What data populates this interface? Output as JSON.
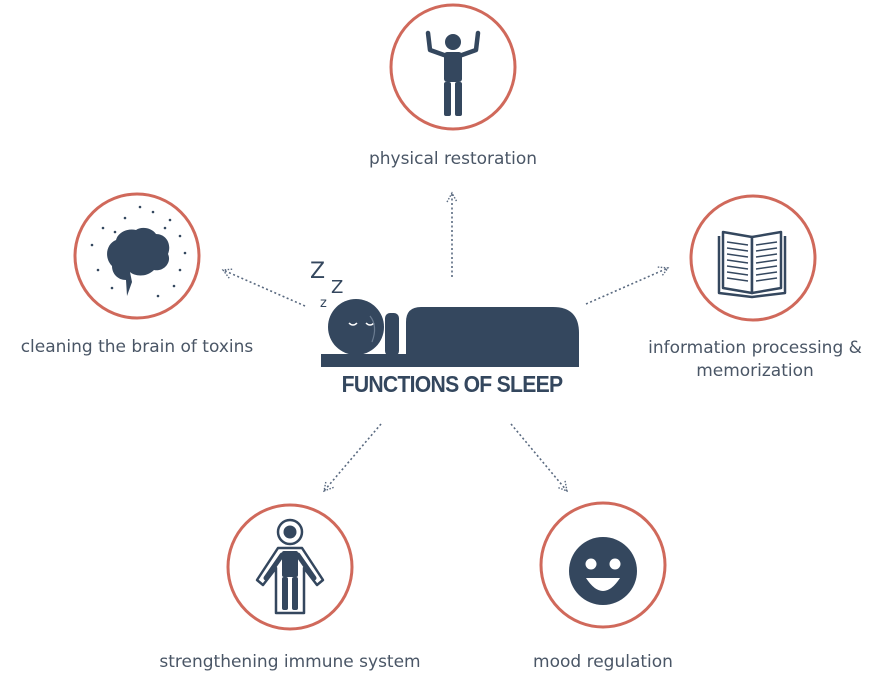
{
  "diagram": {
    "center": {
      "title": "FUNCTIONS OF SLEEP",
      "sleep_z": [
        "Z",
        "Z",
        "z"
      ]
    },
    "nodes": [
      {
        "id": "physical",
        "lines": [
          "physical restoration"
        ],
        "icon": "person-arms-raised-icon"
      },
      {
        "id": "cleaning",
        "lines": [
          "cleaning the brain of toxins"
        ],
        "icon": "brain-icon"
      },
      {
        "id": "information",
        "lines": [
          "information processing &",
          "memorization"
        ],
        "icon": "open-book-icon"
      },
      {
        "id": "immune",
        "lines": [
          "strengthening immune system"
        ],
        "icon": "shielded-person-icon"
      },
      {
        "id": "mood",
        "lines": [
          "mood regulation"
        ],
        "icon": "smiley-face-icon"
      }
    ],
    "colors": {
      "ring": "#d0695b",
      "icon": "#34475e",
      "text": "#4a5666",
      "arrow": "#5a6a80"
    }
  }
}
